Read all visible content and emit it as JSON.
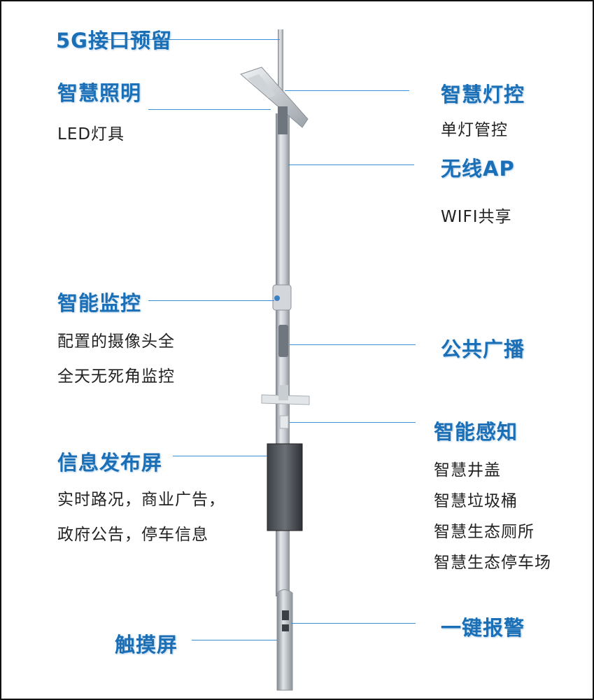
{
  "labels": {
    "five_g": "5G接口预留",
    "lighting": "智慧照明",
    "lighting_desc": "LED灯具",
    "lamp_control": "智慧灯控",
    "lamp_control_desc": "单灯管控",
    "wireless_ap": "无线AP",
    "wireless_ap_desc": "WIFI共享",
    "monitoring": "智能监控",
    "monitoring_desc_1": "配置的摄像头全",
    "monitoring_desc_2": "全天无死角监控",
    "broadcast": "公共广播",
    "sensing": "智能感知",
    "sensing_items": [
      "智慧井盖",
      "智慧垃圾桶",
      "智慧生态厕所",
      "智慧生态停车场"
    ],
    "info_screen": "信息发布屏",
    "info_screen_desc_1": "实时路况，商业广告，",
    "info_screen_desc_2": "政府公告，停车信息",
    "touch_screen": "触摸屏",
    "emergency": "一键报警"
  },
  "colors": {
    "label_blue": "#1a6fb6",
    "leader_blue": "#3a8ed6",
    "text_dark": "#222222",
    "pole_light": "#d9dde2",
    "pole_mid": "#aab1b8",
    "pole_dark": "#7c838b"
  }
}
